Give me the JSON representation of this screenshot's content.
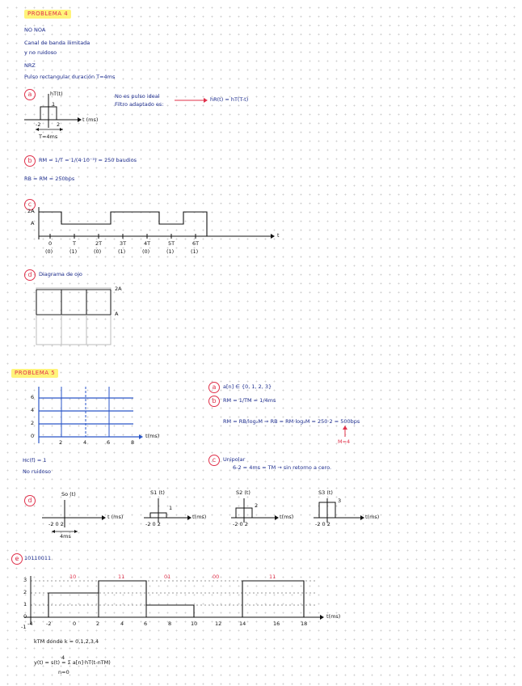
{
  "p4": {
    "title": "PROBLEMA 4",
    "intro": [
      "NO NOA",
      "Canal de banda ilimitada",
      "y no ruidoso",
      "NRZ",
      "Pulso rectangular duración T=4ms"
    ],
    "a": {
      "marker": "a",
      "fig_ylabel": "hT(t)",
      "fig_amp": "1",
      "fig_xlabel": "t (ms)",
      "fig_ticks": [
        "-2",
        "2"
      ],
      "fig_span": "T=4ms",
      "note1": "No es pulso ideal",
      "note2": "Filtro adaptado es:",
      "note3": "hR(t) = hT(T-t)"
    },
    "b": {
      "marker": "b",
      "line1": "RM = 1/T = 1/(4·10⁻³) = 250 baudios",
      "line2": "RB = RM = 250bps"
    },
    "c": {
      "marker": "c",
      "y_labels": [
        "2A",
        "A"
      ],
      "x_ticks": [
        "0",
        "T",
        "2T",
        "3T",
        "4T",
        "5T",
        "6T"
      ],
      "x_sub": [
        "(0)",
        "(1)",
        "(0)",
        "(1)",
        "(0)",
        "(1)",
        "(1)"
      ],
      "axis_label": "t"
    },
    "d": {
      "marker": "d",
      "title": "Diagrama de ojo",
      "labels": [
        "2A",
        "A"
      ]
    }
  },
  "p5": {
    "title": "PROBLEMA 5",
    "grid_ylabels": [
      "6",
      "4",
      "2",
      "0"
    ],
    "grid_xlabels": [
      "2",
      "4",
      "6",
      "8"
    ],
    "grid_axis": "t(ms)",
    "hc": "Hc(f) = 1",
    "hc_note": "No ruidoso",
    "a": {
      "marker": "a",
      "text": "a[n] ∈ {0, 1, 2, 3}"
    },
    "b": {
      "marker": "b",
      "line1": "RM = 1/TM = 1/4ms",
      "line2": "RM = RB/log₂M  ⇒  RB = RM·log₂M = 250·2 = 500bps",
      "m_note": "M=4"
    },
    "c": {
      "marker": "c",
      "line1": "Unipolar",
      "line2": "6-2 = 4ms = TM → sin retorno a cero."
    },
    "d": {
      "marker": "d",
      "figs": [
        {
          "label": "So (t)",
          "amp": "",
          "ticks": "-2  0  2",
          "span": "4ms",
          "xlabel": "t (ms)"
        },
        {
          "label": "S1 (t)",
          "amp": "1",
          "ticks": "-2  0  2",
          "xlabel": "t(ms)"
        },
        {
          "label": "S2 (t)",
          "amp": "2",
          "ticks": "-2  0  2",
          "xlabel": "t(ms)"
        },
        {
          "label": "S3 (t)",
          "amp": "3",
          "ticks": "-2  0  2",
          "xlabel": "t(ms)"
        }
      ]
    },
    "e": {
      "marker": "e",
      "bits": "10110011",
      "codes": [
        "10",
        "11",
        "01",
        "00",
        "11"
      ],
      "y_labels": [
        "3",
        "2",
        "1",
        "0",
        "-1"
      ],
      "x_ticks": [
        "-4",
        "-2",
        "0",
        "2",
        "4",
        "6",
        "8",
        "10",
        "12",
        "14",
        "16",
        "18"
      ],
      "axis_label": "t(ms)",
      "k_line": "kTM   donde   k = 0,1,2,3,4",
      "formula": "y(t) = s(t) = Σ a[n]·hT(t-nTM)",
      "sum_top": "4",
      "sum_bottom": "n=0"
    }
  }
}
